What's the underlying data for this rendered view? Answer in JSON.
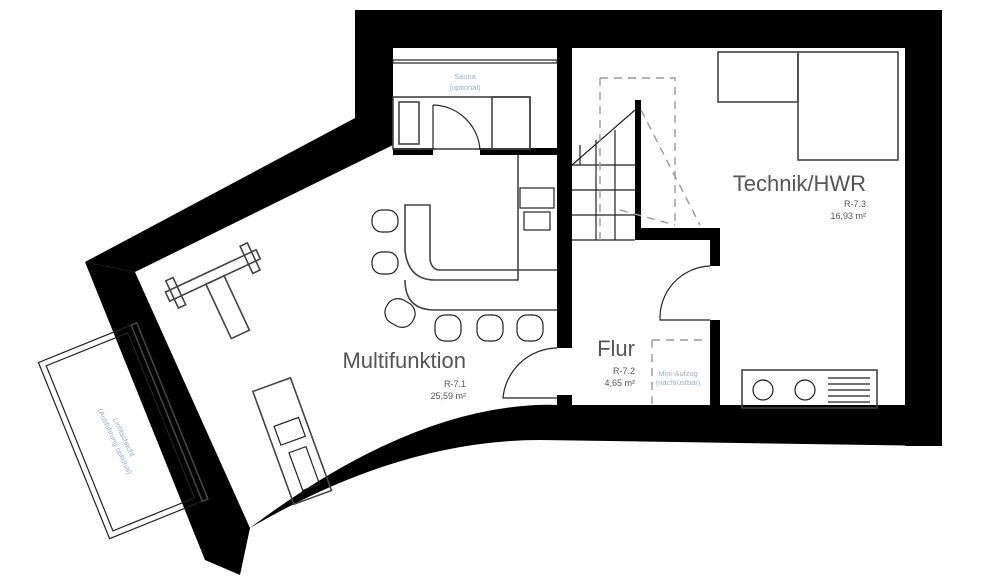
{
  "rooms": [
    {
      "name": "Multifunktion",
      "code": "R-7.1",
      "area": "25,59 m²"
    },
    {
      "name": "Flur",
      "code": "R-7.2",
      "area": "4,65 m²"
    },
    {
      "name": "Technik/HWR",
      "code": "R-7.3",
      "area": "16,93 m²"
    }
  ],
  "notes": {
    "sauna_1": "Sauna",
    "sauna_2": "(optional)",
    "lift_1": "Mini-Aufzug",
    "lift_2": "(nachrüstbar)",
    "shaft_1": "Lichtschacht",
    "shaft_2": "(Ausführung optional)"
  },
  "colors": {
    "wall": "#000000",
    "note": "#9ab0c4",
    "text": "#555555"
  }
}
